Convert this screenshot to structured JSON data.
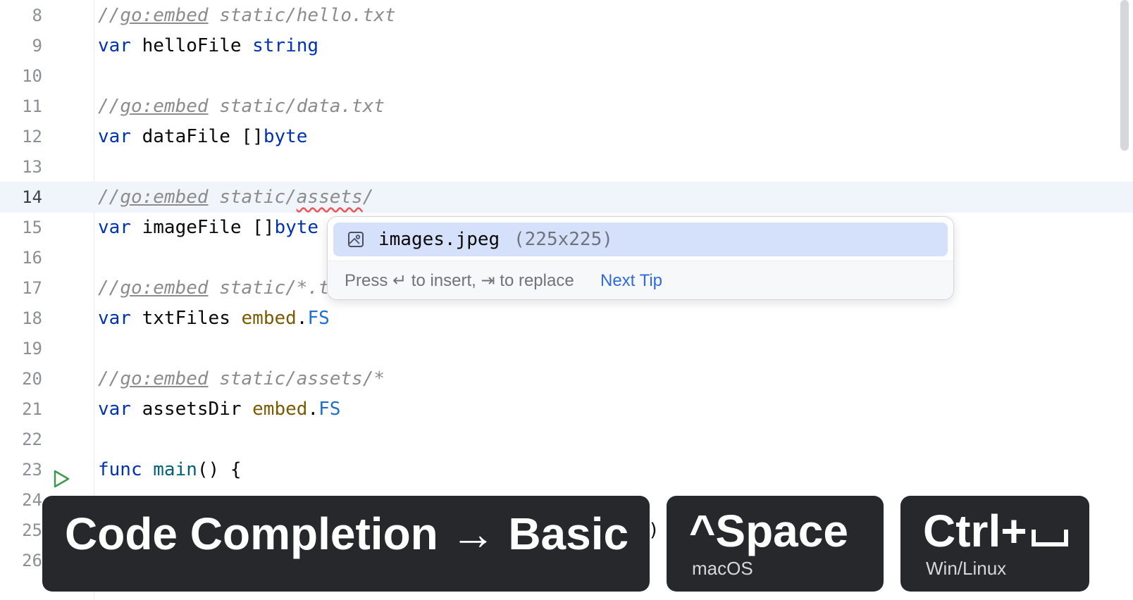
{
  "editor": {
    "lines": [
      {
        "n": "8",
        "current": false
      },
      {
        "n": "9",
        "current": false
      },
      {
        "n": "10",
        "current": false
      },
      {
        "n": "11",
        "current": false
      },
      {
        "n": "12",
        "current": false
      },
      {
        "n": "13",
        "current": false
      },
      {
        "n": "14",
        "current": true
      },
      {
        "n": "15",
        "current": false
      },
      {
        "n": "16",
        "current": false
      },
      {
        "n": "17",
        "current": false
      },
      {
        "n": "18",
        "current": false
      },
      {
        "n": "19",
        "current": false
      },
      {
        "n": "20",
        "current": false
      },
      {
        "n": "21",
        "current": false
      },
      {
        "n": "22",
        "current": false
      },
      {
        "n": "23",
        "current": false
      },
      {
        "n": "24",
        "current": false
      },
      {
        "n": "25",
        "current": false
      },
      {
        "n": "26",
        "current": false
      }
    ],
    "code": {
      "l8": {
        "slashes": "//",
        "directive": "go:embed",
        "path": " static/hello.txt"
      },
      "l9": {
        "kw": "var",
        "name": " helloFile ",
        "type": "string"
      },
      "l11": {
        "slashes": "//",
        "directive": "go:embed",
        "path": " static/data.txt"
      },
      "l12": {
        "kw": "var",
        "name": " dataFile []",
        "type": "byte"
      },
      "l14": {
        "slashes": "//",
        "directive": "go:embed",
        "path_a": " static/",
        "path_err": "assets",
        "path_b": "/"
      },
      "l15": {
        "kw": "var",
        "name": " imageFile []",
        "type": "byte"
      },
      "l17": {
        "slashes": "//",
        "directive": "go:embed",
        "path": " static/*.txt"
      },
      "l18": {
        "kw": "var",
        "name": " txtFiles ",
        "pkg": "embed",
        "dot": ".",
        "fs": "FS"
      },
      "l20": {
        "slashes": "//",
        "directive": "go:embed",
        "path": " static/assets/*"
      },
      "l21": {
        "kw": "var",
        "name": " assetsDir ",
        "pkg": "embed",
        "dot": ".",
        "fs": "FS"
      },
      "l23": {
        "kw": "func",
        "fn": " main",
        "rest": "() {"
      },
      "l25": {
        "tail": ")"
      }
    }
  },
  "completion_popup": {
    "item_name": "images.jpeg",
    "item_size": "(225x225)",
    "hint": "Press ↵ to insert, ⇥ to replace",
    "next_tip": "Next Tip",
    "icon": "image-file-icon"
  },
  "overlay": {
    "action": "Code Completion → Basic",
    "mac_key": "^Space",
    "mac_label": "macOS",
    "win_key": "Ctrl+",
    "win_label": "Win/Linux"
  },
  "colors": {
    "keyword": "#0033b3",
    "comment": "#8c8c8c",
    "package": "#7a5b00",
    "selection": "#d5e1fb",
    "overlay_bg": "#27282c",
    "link": "#2f6be0"
  }
}
